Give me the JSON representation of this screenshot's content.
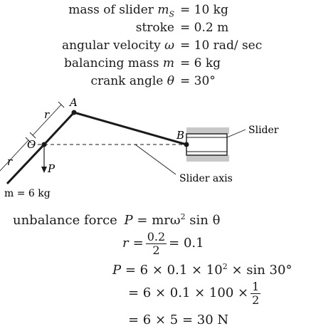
{
  "given": [
    {
      "label": "mass of slider",
      "symbol": "m",
      "sub": "S",
      "value": "= 10 kg"
    },
    {
      "label": "stroke",
      "symbol": "",
      "sub": "",
      "value": "= 0.2 m"
    },
    {
      "label": "angular velocity",
      "symbol": "ω",
      "sub": "",
      "value": "= 10 rad/ sec"
    },
    {
      "label": "balancing mass",
      "symbol": "m",
      "sub": "",
      "value": "= 6 kg"
    },
    {
      "label": "crank angle",
      "symbol": "θ",
      "sub": "",
      "value": "= 30°"
    }
  ],
  "diagram": {
    "point_A": "A",
    "point_O": "O",
    "point_B": "B",
    "crank_r_top": "r",
    "crank_r_bottom": "r",
    "force_P": "P",
    "mass_label": "m = 6 kg",
    "slider_label": "Slider",
    "axis_label": "Slider axis"
  },
  "solution": {
    "line1_label": "unbalance force",
    "line1_lhs": "P",
    "line1_rhs": "= mrω",
    "line1_exp": "2",
    "line1_tail": "sin θ",
    "line2_lhs": "r",
    "line2_eq": "=",
    "line2_num": "0.2",
    "line2_den": "2",
    "line2_tail": "= 0.1",
    "line3_lhs": "P",
    "line3_rhs": "= 6 × 0.1 × 10",
    "line3_exp": "2",
    "line3_tail": "× sin 30°",
    "line4_rhs": "= 6 × 0.1 × 100 ×",
    "line4_num": "1",
    "line4_den": "2",
    "line5_rhs": "= 6 × 5 = 30 N"
  }
}
